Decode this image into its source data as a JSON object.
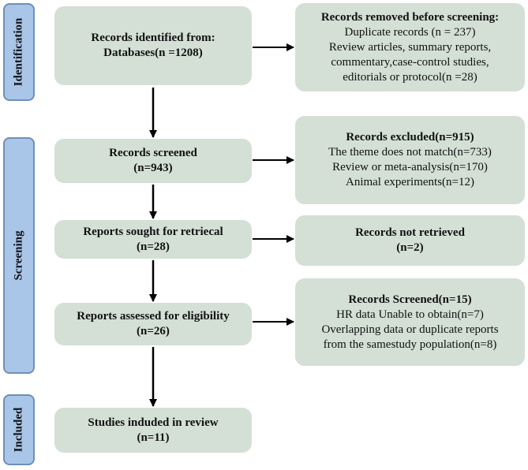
{
  "phases": {
    "identification": "Identification",
    "screening": "Screening",
    "included": "Included"
  },
  "boxes": {
    "identified": {
      "title": "Records identified from:",
      "count": "Databases(n =1208)"
    },
    "removed": {
      "title": "Records removed before screening:",
      "lines": [
        "Duplicate records (n = 237)",
        "Review articles, summary reports,",
        "commentary,case-control studies,",
        "editorials or protocol(n =28)"
      ]
    },
    "screened": {
      "title": "Records screened",
      "count": "(n=943)"
    },
    "excluded": {
      "title": "Records excluded(n=915)",
      "lines": [
        "The theme does not match(n=733)",
        "Review or meta-analysis(n=170)",
        "Animal experiments(n=12)"
      ]
    },
    "sought": {
      "title": "Reports sought for retriecal",
      "count": "(n=28)"
    },
    "not_retrieved": {
      "title": "Records  not retrieved",
      "count": "(n=2)"
    },
    "assessed": {
      "title": "Reports assessed for eligibility",
      "count": "(n=26)"
    },
    "eligibility_excluded": {
      "title": "Records Screened(n=15)",
      "lines": [
        "HR  data Unable to obtain(n=7)",
        "Overlapping data or duplicate reports",
        "from the samestudy population(n=8)"
      ]
    },
    "included": {
      "title": "Studies induded in review",
      "count": "(n=11)"
    }
  },
  "colors": {
    "box_fill": "#d4dfd6",
    "phase_fill": "#a9c5e8",
    "phase_border": "#6e8fb8",
    "arrow": "#000000"
  }
}
